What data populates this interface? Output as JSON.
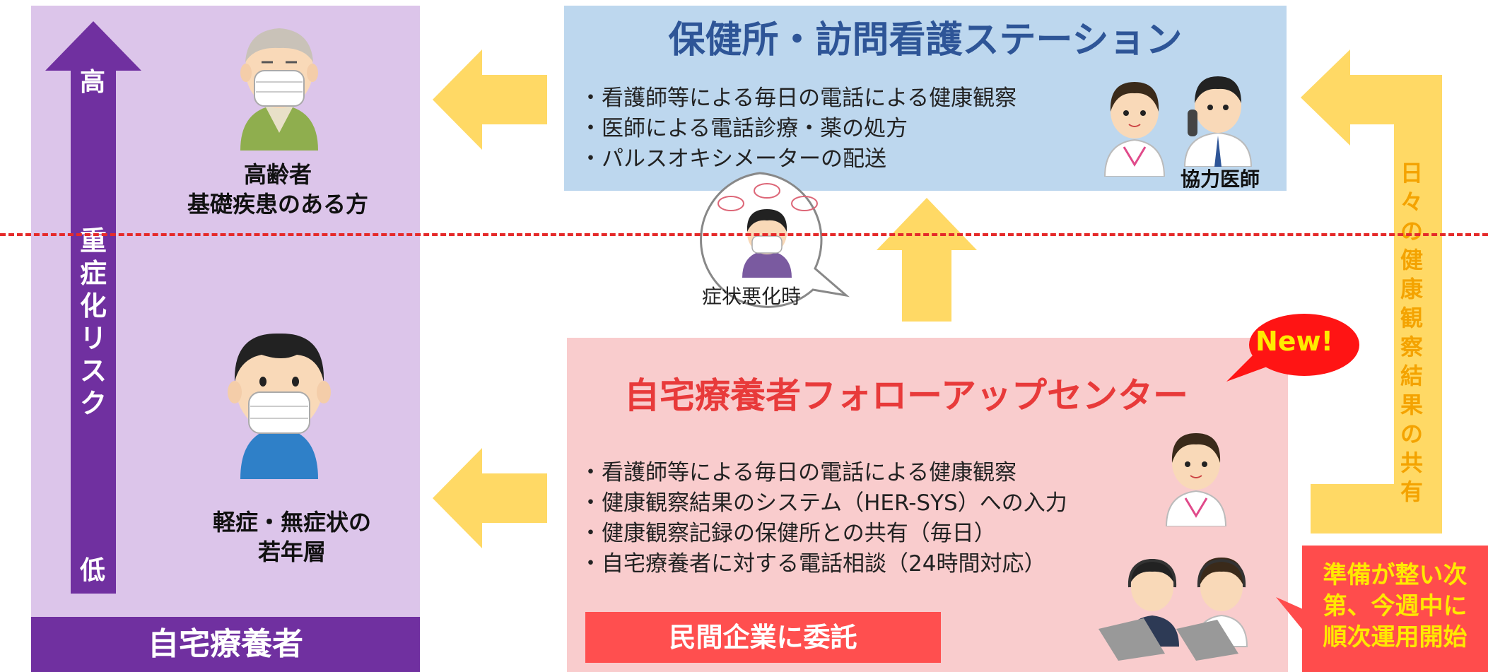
{
  "home": {
    "footer_label": "自宅療養者",
    "risk_label": "重症化リスク",
    "risk_high": "高",
    "risk_low": "低",
    "elderly_line1": "高齢者",
    "elderly_line2": "基礎疾患のある方",
    "young_line1": "軽症・無症状の",
    "young_line2": "若年層"
  },
  "health_center": {
    "title": "保健所・訪問看護ステーション",
    "bullets": [
      "・看護師等による毎日の電話による健康観察",
      "・医師による電話診療・薬の処方",
      "・パルスオキシメーターの配送"
    ],
    "doctor_label": "協力医師"
  },
  "symptom_bubble": {
    "label": "症状悪化時"
  },
  "followup_center": {
    "title": "自宅療養者フォローアップセンター",
    "new_badge": "New!",
    "bullets": [
      "・看護師等による毎日の電話による健康観察",
      "・健康観察結果のシステム（HER-SYS）への入力",
      "・健康観察記録の保健所との共有（毎日）",
      "・自宅療養者に対する電話相談（24時間対応）"
    ],
    "entrust_label": "民間企業に委託"
  },
  "sharing_label": "日々の健康観察結果の共有",
  "prep_note": {
    "line1": "準備が整い次",
    "line2": "第、今週中に",
    "line3": "順次運用開始"
  },
  "colors": {
    "left_panel": "#dcc5ea",
    "purple": "#7030a0",
    "top_box": "#bdd7ee",
    "top_title": "#2e5597",
    "bottom_box": "#f9cccd",
    "bottom_title": "#e83a3a",
    "arrow_yellow": "#ffd965",
    "red": "#ff4c4c",
    "dashed_line": "#e52a2a"
  },
  "icons": [
    "elderly-masked-icon",
    "young-masked-icon",
    "nurse-icon",
    "doctor-phone-icon",
    "sick-person-icon",
    "call-center-operators-icon"
  ]
}
